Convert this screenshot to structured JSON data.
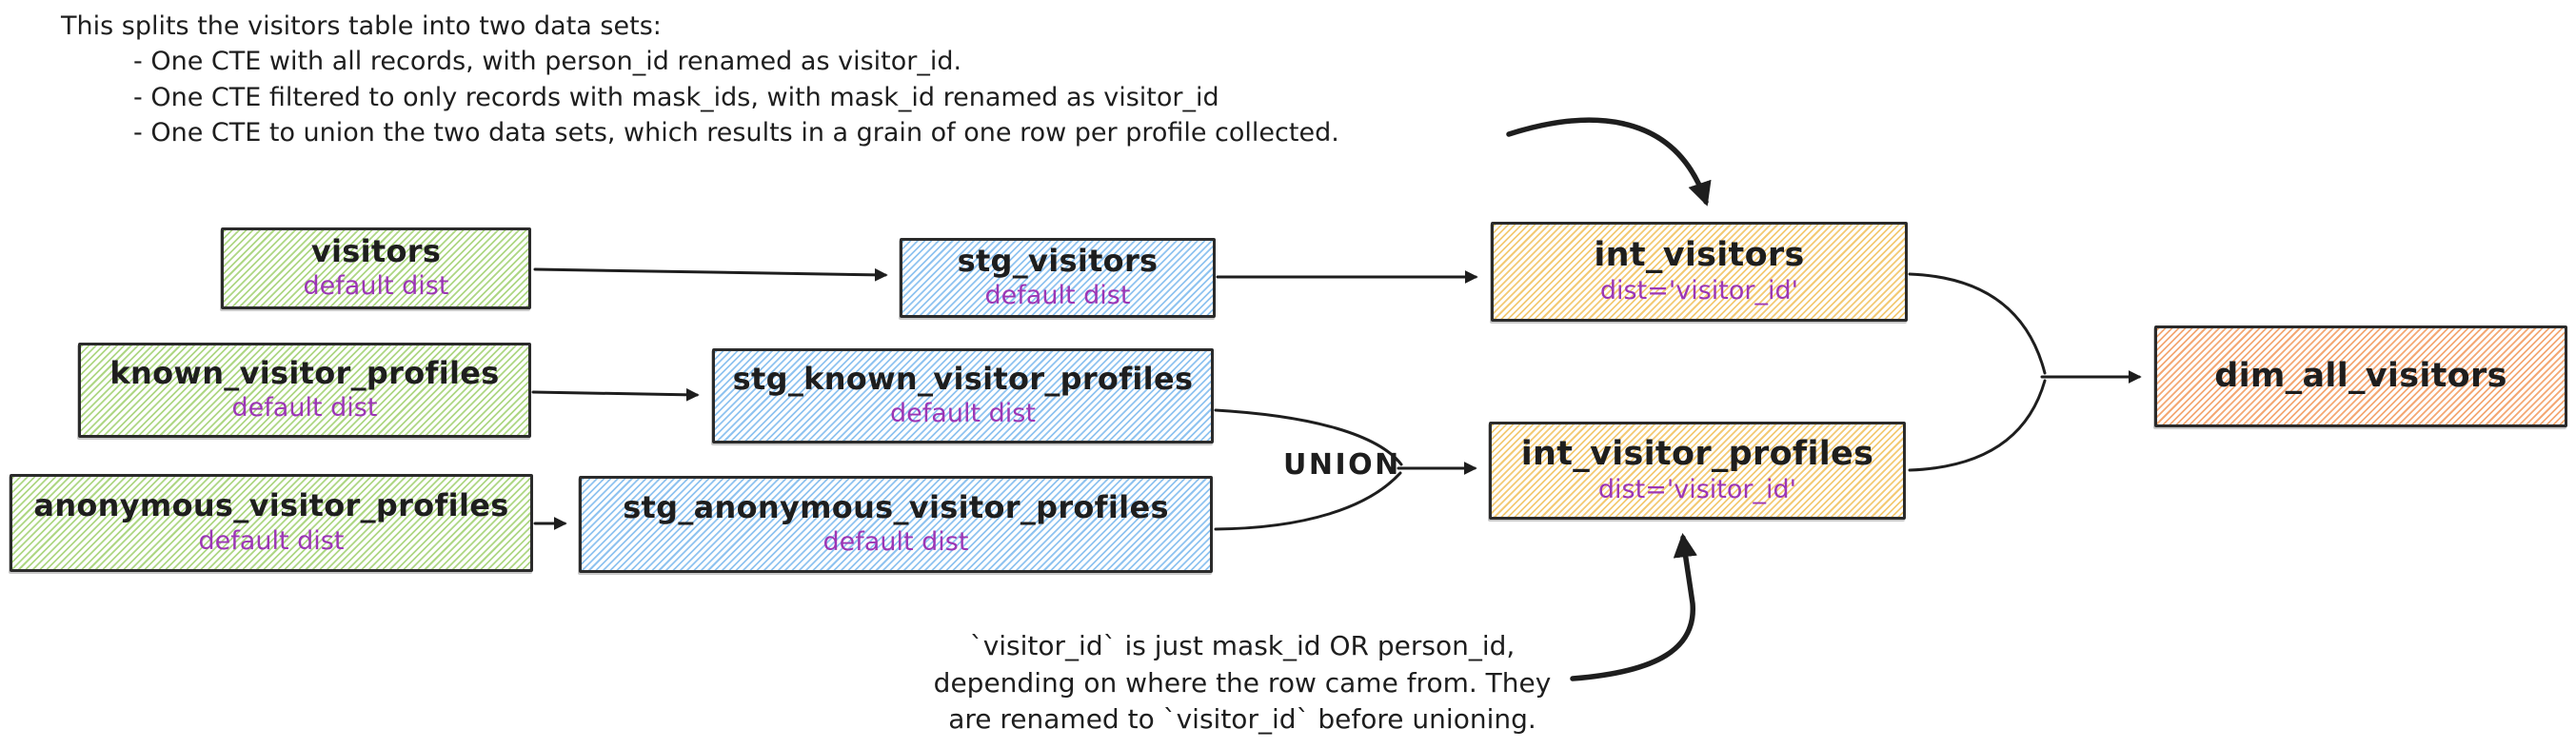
{
  "palette": {
    "paper": "#ffffff",
    "ink": "#1e1e1e",
    "purple": "#9c36b5",
    "greenHatch": "#aed784",
    "blueHatch": "#8fc3f0",
    "yellowHatch": "#f3ca74",
    "orangeHatch": "#f4a874"
  },
  "notes": {
    "top": {
      "intro": "This splits the visitors table into two data sets:",
      "bullets": [
        "- One CTE with all records, with person_id renamed as visitor_id.",
        "- One CTE filtered to only records with mask_ids, with mask_id renamed as visitor_id",
        "- One CTE to union the two data sets, which results in a grain of one row per profile collected."
      ]
    },
    "bottom": {
      "lines": [
        "`visitor_id` is just mask_id OR person_id,",
        "depending on where the row came from. They",
        "are renamed to `visitor_id` before unioning."
      ]
    }
  },
  "labels": {
    "union": "UNION"
  },
  "nodes": {
    "visitors": {
      "title": "visitors",
      "subtitle": "default dist",
      "color": "green"
    },
    "stg_visitors": {
      "title": "stg_visitors",
      "subtitle": "default dist",
      "color": "blue"
    },
    "int_visitors": {
      "title": "int_visitors",
      "subtitle": "dist='visitor_id'",
      "color": "yellow"
    },
    "known_visitor_profiles": {
      "title": "known_visitor_profiles",
      "subtitle": "default dist",
      "color": "green"
    },
    "stg_known_visitor_profiles": {
      "title": "stg_known_visitor_profiles",
      "subtitle": "default dist",
      "color": "blue"
    },
    "int_visitor_profiles": {
      "title": "int_visitor_profiles",
      "subtitle": "dist='visitor_id'",
      "color": "yellow"
    },
    "anonymous_visitor_profiles": {
      "title": "anonymous_visitor_profiles",
      "subtitle": "default dist",
      "color": "green"
    },
    "stg_anonymous_visitor_profiles": {
      "title": "stg_anonymous_visitor_profiles",
      "subtitle": "default dist",
      "color": "blue"
    },
    "dim_all_visitors": {
      "title": "dim_all_visitors",
      "color": "orange"
    }
  }
}
